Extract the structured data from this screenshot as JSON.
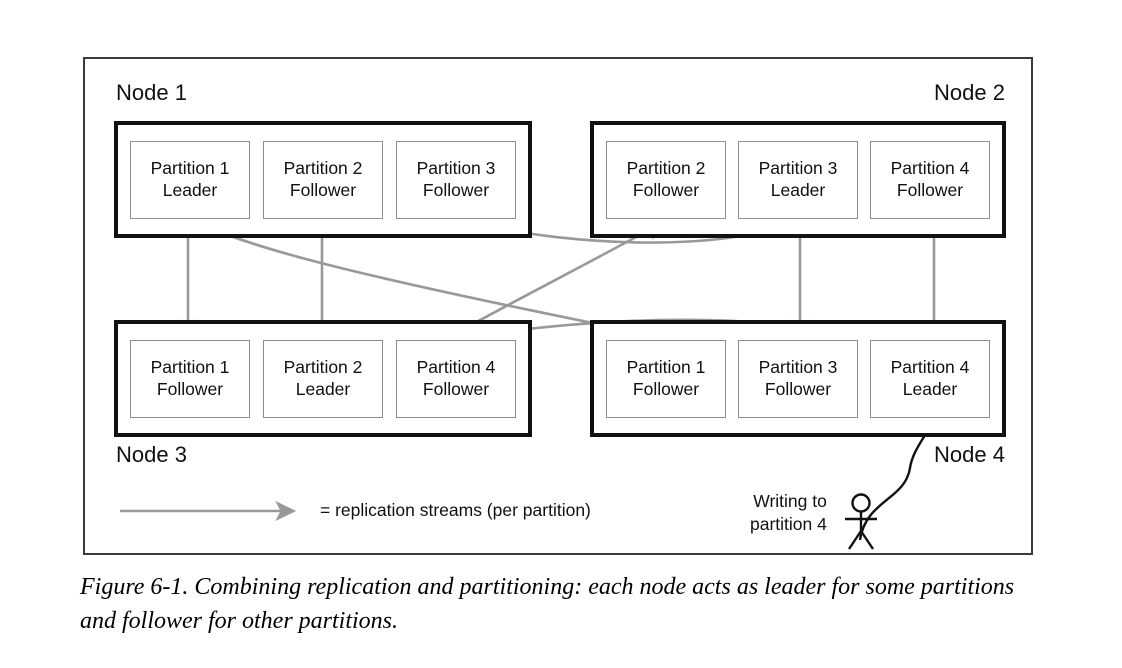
{
  "figure": {
    "caption": "Figure 6-1. Combining replication and partitioning: each node acts as leader for some partitions and follower for other partitions."
  },
  "nodes": [
    {
      "label": "Node 1",
      "partitions": [
        {
          "name": "Partition 1",
          "role": "Leader"
        },
        {
          "name": "Partition 2",
          "role": "Follower"
        },
        {
          "name": "Partition 3",
          "role": "Follower"
        }
      ]
    },
    {
      "label": "Node 2",
      "partitions": [
        {
          "name": "Partition 2",
          "role": "Follower"
        },
        {
          "name": "Partition 3",
          "role": "Leader"
        },
        {
          "name": "Partition 4",
          "role": "Follower"
        }
      ]
    },
    {
      "label": "Node 3",
      "partitions": [
        {
          "name": "Partition 1",
          "role": "Follower"
        },
        {
          "name": "Partition 2",
          "role": "Leader"
        },
        {
          "name": "Partition 4",
          "role": "Follower"
        }
      ]
    },
    {
      "label": "Node 4",
      "partitions": [
        {
          "name": "Partition 1",
          "role": "Follower"
        },
        {
          "name": "Partition 3",
          "role": "Follower"
        },
        {
          "name": "Partition 4",
          "role": "Leader"
        }
      ]
    }
  ],
  "legend": {
    "text": "= replication streams (per partition)"
  },
  "writer": {
    "line1": "Writing to",
    "line2": "partition 4",
    "icon": "stick-figure-person-icon"
  },
  "colors": {
    "outer_frame": "#3a3a3a",
    "node_border": "#111111",
    "partition_border": "#8c8c8c",
    "arrow_gray": "#999999",
    "writer_arrow": "#111111",
    "text": "#111111",
    "background": "#ffffff"
  }
}
